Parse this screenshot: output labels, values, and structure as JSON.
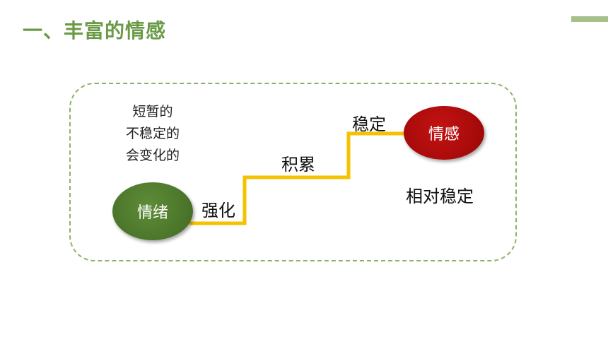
{
  "title": "一、丰富的情感",
  "description": [
    "短暂的",
    "不稳定的",
    "会变化的"
  ],
  "circles": {
    "emotion": "情绪",
    "feeling": "情感"
  },
  "steps": {
    "strengthen": "强化",
    "accumulate": "积累",
    "stabilize": "稳定"
  },
  "note": "相对稳定",
  "colors": {
    "title": "#6a9a45",
    "dashed_border": "#8fb26a",
    "stairs": "#f5c200",
    "green_circle": "#4a7429",
    "red_circle": "#a60a0a"
  }
}
